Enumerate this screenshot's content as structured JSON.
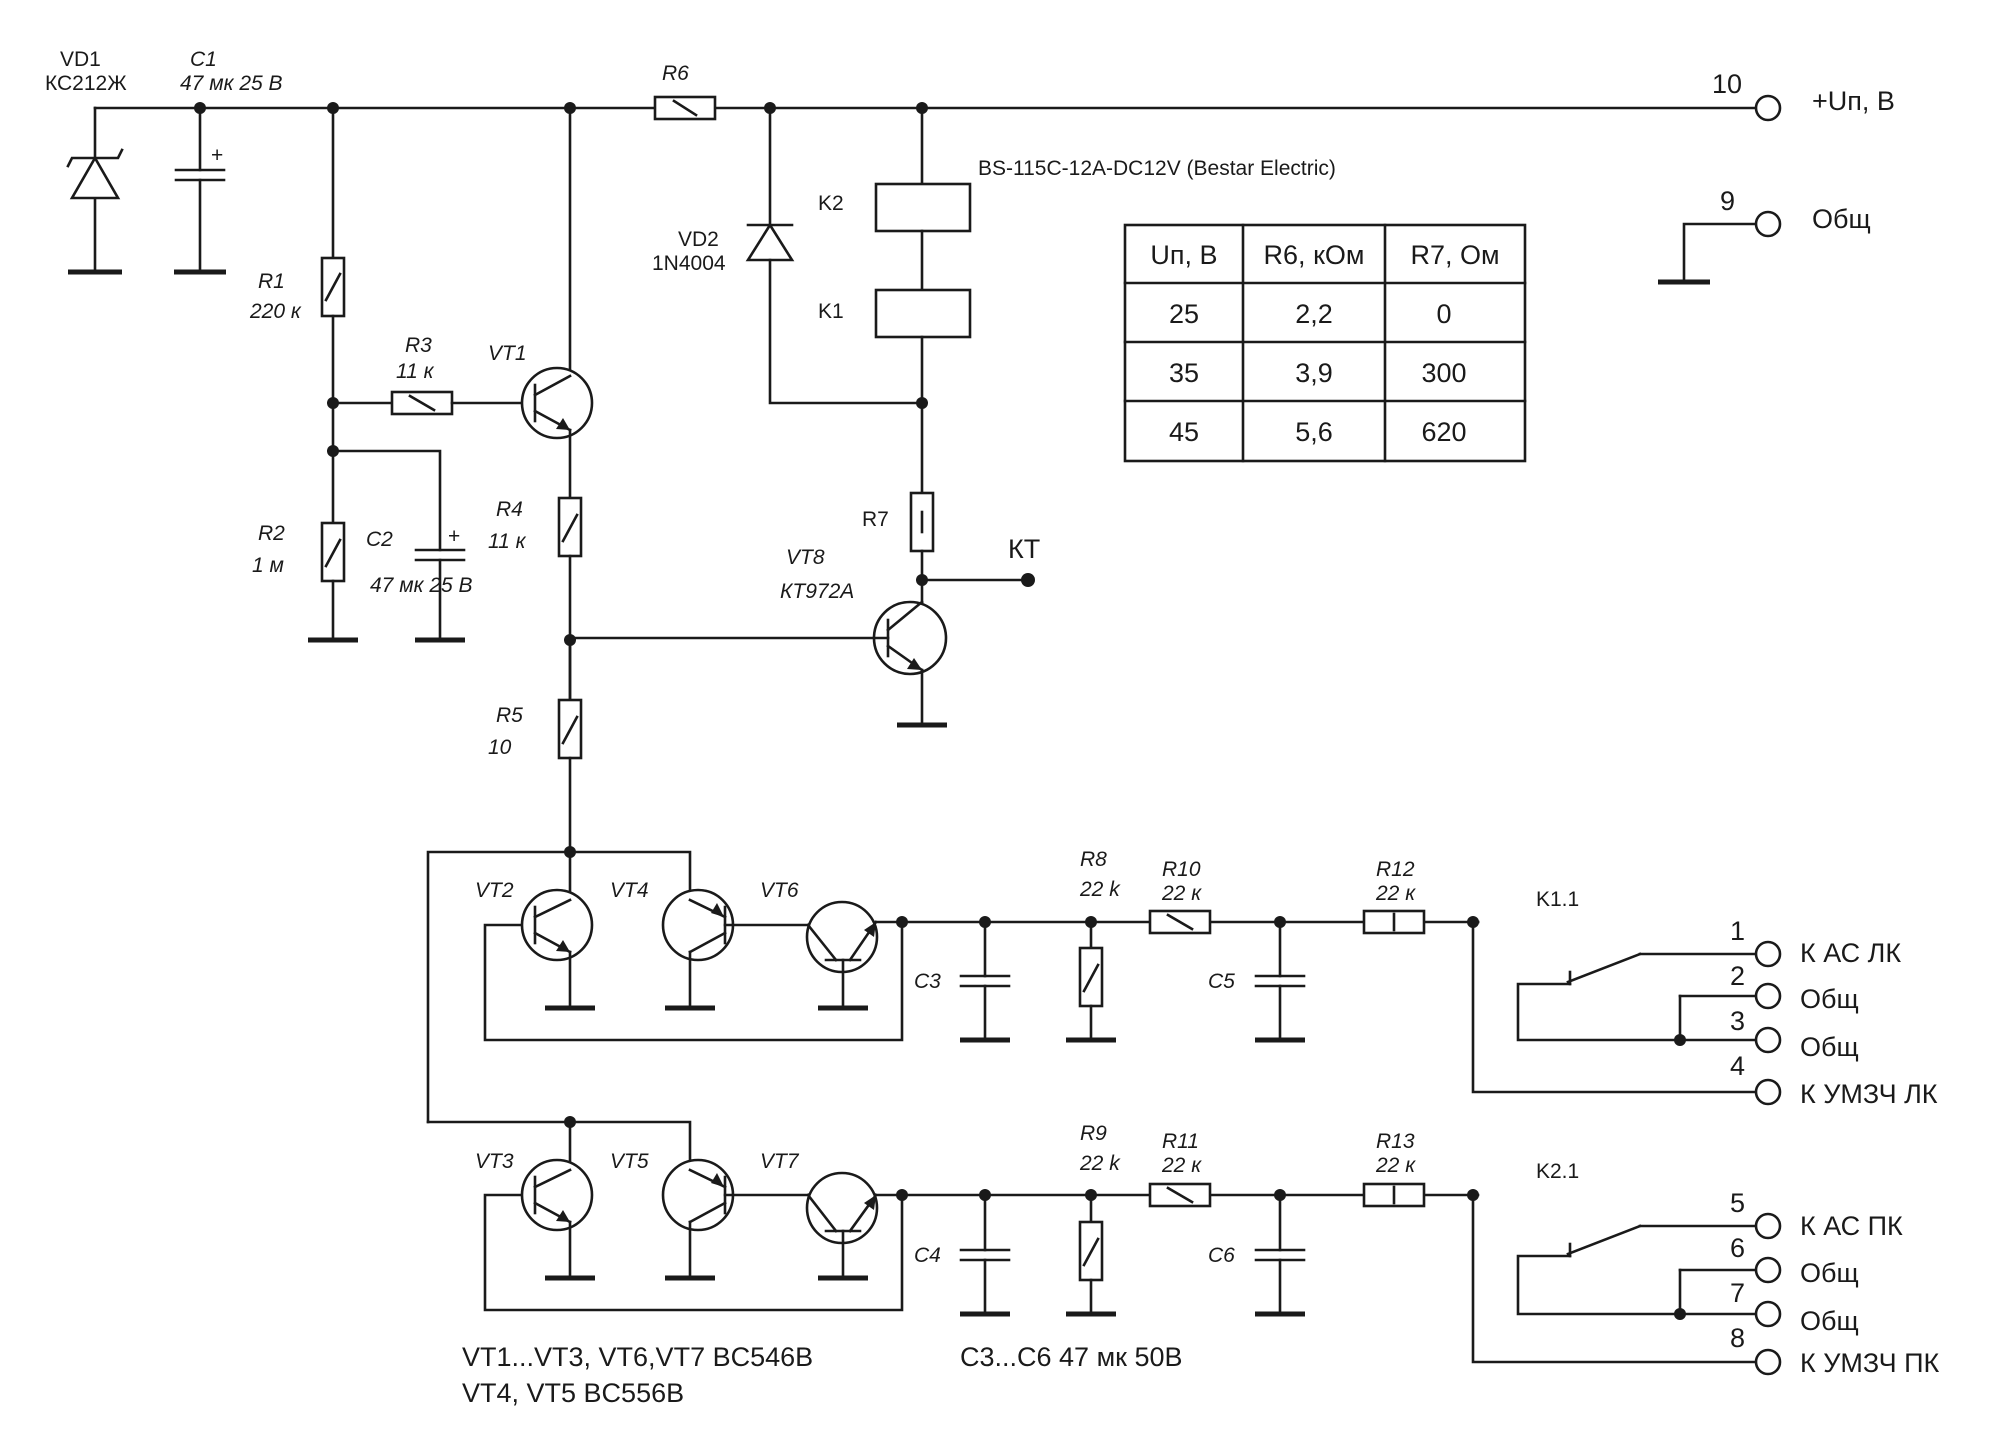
{
  "components": {
    "vd1": {
      "name": "VD1",
      "value": "КС212Ж"
    },
    "c1": {
      "name": "C1",
      "value": "47 мк 25 В"
    },
    "r6": {
      "name": "R6"
    },
    "vd2": {
      "name": "VD2",
      "value": "1N4004"
    },
    "k2": {
      "name": "K2"
    },
    "k1": {
      "name": "K1"
    },
    "relay": "BS-115C-12A-DC12V (Bestar Electric)",
    "r1": {
      "name": "R1",
      "value": "220 к"
    },
    "r3": {
      "name": "R3",
      "value": "11 к"
    },
    "vt1": {
      "name": "VT1"
    },
    "r2": {
      "name": "R2",
      "value": "1 м"
    },
    "c2": {
      "name": "C2",
      "value": "47 мк 25 В"
    },
    "r4": {
      "name": "R4",
      "value": "11 к"
    },
    "r7": {
      "name": "R7"
    },
    "kt": "КТ",
    "vt8": {
      "name": "VT8",
      "value": "КТ972А"
    },
    "r5": {
      "name": "R5",
      "value": "10"
    },
    "vt2": {
      "name": "VT2"
    },
    "vt4": {
      "name": "VT4"
    },
    "vt6": {
      "name": "VT6"
    },
    "vt3": {
      "name": "VT3"
    },
    "vt5": {
      "name": "VT5"
    },
    "vt7": {
      "name": "VT7"
    },
    "c3": {
      "name": "C3"
    },
    "c4": {
      "name": "C4"
    },
    "c5": {
      "name": "C5"
    },
    "c6": {
      "name": "C6"
    },
    "r8": {
      "name": "R8",
      "value": "22 k"
    },
    "r9": {
      "name": "R9",
      "value": "22 k"
    },
    "r10": {
      "name": "R10",
      "value": "22 к"
    },
    "r11": {
      "name": "R11",
      "value": "22 к"
    },
    "r12": {
      "name": "R12",
      "value": "22 к"
    },
    "r13": {
      "name": "R13",
      "value": "22 к"
    },
    "k11": "K1.1",
    "k21": "K2.1"
  },
  "terminals": [
    {
      "num": "10",
      "label": "+Uп, В"
    },
    {
      "num": "9",
      "label": "Общ"
    },
    {
      "num": "1",
      "label": "К АС ЛК"
    },
    {
      "num": "2",
      "label": "Общ"
    },
    {
      "num": "3",
      "label": "Общ"
    },
    {
      "num": "4",
      "label": "К УМЗЧ ЛК"
    },
    {
      "num": "5",
      "label": "К АС ПК"
    },
    {
      "num": "6",
      "label": "Общ"
    },
    {
      "num": "7",
      "label": "Общ"
    },
    {
      "num": "8",
      "label": "К УМЗЧ ПК"
    }
  ],
  "table": {
    "headers": [
      "Uп, В",
      "R6, кОм",
      "R7, Ом"
    ],
    "rows": [
      [
        "25",
        "2,2",
        "0"
      ],
      [
        "35",
        "3,9",
        "300"
      ],
      [
        "45",
        "5,6",
        "620"
      ]
    ]
  },
  "notes": {
    "transistors_line1": "VT1...VT3, VT6,VT7 BC546B",
    "transistors_line2": "VT4, VT5 BC556B",
    "capacitors": "C3...C6 47 мк 50В"
  }
}
